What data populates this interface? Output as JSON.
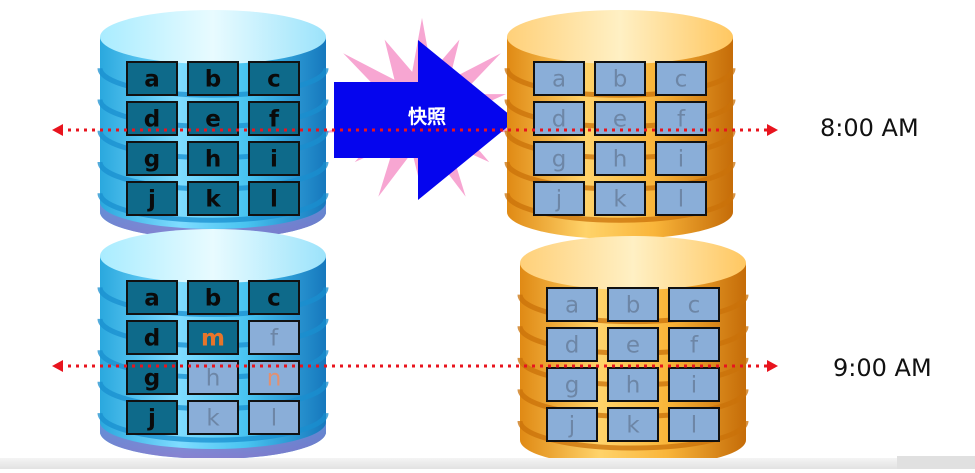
{
  "arrow_label": "快照",
  "times": {
    "top": "8:00 AM",
    "bottom": "9:00 AM"
  },
  "colors": {
    "blue_cylinder_top": "#d6f6ff",
    "blue_cylinder_body": "#41c8f0",
    "blue_cylinder_ring": "#1a8fcf",
    "orange_cylinder_top": "#ffe6a8",
    "orange_cylinder_body": "#f7b032",
    "orange_cylinder_ring": "#c9720a",
    "block_dark_fill": "#0e6a8a",
    "block_dark_text": "#0a0a0a",
    "block_light_fill": "#8aaed8",
    "block_light_text": "#6d86a6",
    "changed_text": "#e8752a",
    "arrow_fill": "#0505ee",
    "burst_fill": "#f7a6d2",
    "dotted_line": "#e8141e"
  },
  "cylinders": [
    {
      "role": "source",
      "time": "8:00 AM",
      "color": "blue",
      "blocks": [
        {
          "label": "a",
          "state": "dark"
        },
        {
          "label": "b",
          "state": "dark"
        },
        {
          "label": "c",
          "state": "dark"
        },
        {
          "label": "d",
          "state": "dark"
        },
        {
          "label": "e",
          "state": "dark"
        },
        {
          "label": "f",
          "state": "dark"
        },
        {
          "label": "g",
          "state": "dark"
        },
        {
          "label": "h",
          "state": "dark"
        },
        {
          "label": "i",
          "state": "dark"
        },
        {
          "label": "j",
          "state": "dark"
        },
        {
          "label": "k",
          "state": "dark"
        },
        {
          "label": "l",
          "state": "dark"
        }
      ]
    },
    {
      "role": "snapshot",
      "time": "8:00 AM",
      "color": "orange",
      "blocks": [
        {
          "label": "a",
          "state": "light"
        },
        {
          "label": "b",
          "state": "light"
        },
        {
          "label": "c",
          "state": "light"
        },
        {
          "label": "d",
          "state": "light"
        },
        {
          "label": "e",
          "state": "light"
        },
        {
          "label": "f",
          "state": "light"
        },
        {
          "label": "g",
          "state": "light"
        },
        {
          "label": "h",
          "state": "light"
        },
        {
          "label": "i",
          "state": "light"
        },
        {
          "label": "j",
          "state": "light"
        },
        {
          "label": "k",
          "state": "light"
        },
        {
          "label": "l",
          "state": "light"
        }
      ]
    },
    {
      "role": "source",
      "time": "9:00 AM",
      "color": "blue",
      "blocks": [
        {
          "label": "a",
          "state": "dark"
        },
        {
          "label": "b",
          "state": "dark"
        },
        {
          "label": "c",
          "state": "dark"
        },
        {
          "label": "d",
          "state": "dark"
        },
        {
          "label": "m",
          "state": "changed"
        },
        {
          "label": "f",
          "state": "light"
        },
        {
          "label": "g",
          "state": "dark"
        },
        {
          "label": "h",
          "state": "light"
        },
        {
          "label": "n",
          "state": "changed-light"
        },
        {
          "label": "j",
          "state": "dark"
        },
        {
          "label": "k",
          "state": "light"
        },
        {
          "label": "l",
          "state": "light"
        }
      ]
    },
    {
      "role": "snapshot",
      "time": "9:00 AM",
      "color": "orange",
      "blocks": [
        {
          "label": "a",
          "state": "light"
        },
        {
          "label": "b",
          "state": "light"
        },
        {
          "label": "c",
          "state": "light"
        },
        {
          "label": "d",
          "state": "light"
        },
        {
          "label": "e",
          "state": "light"
        },
        {
          "label": "f",
          "state": "light"
        },
        {
          "label": "g",
          "state": "light"
        },
        {
          "label": "h",
          "state": "light"
        },
        {
          "label": "i",
          "state": "light"
        },
        {
          "label": "j",
          "state": "light"
        },
        {
          "label": "k",
          "state": "light"
        },
        {
          "label": "l",
          "state": "light"
        }
      ]
    }
  ]
}
